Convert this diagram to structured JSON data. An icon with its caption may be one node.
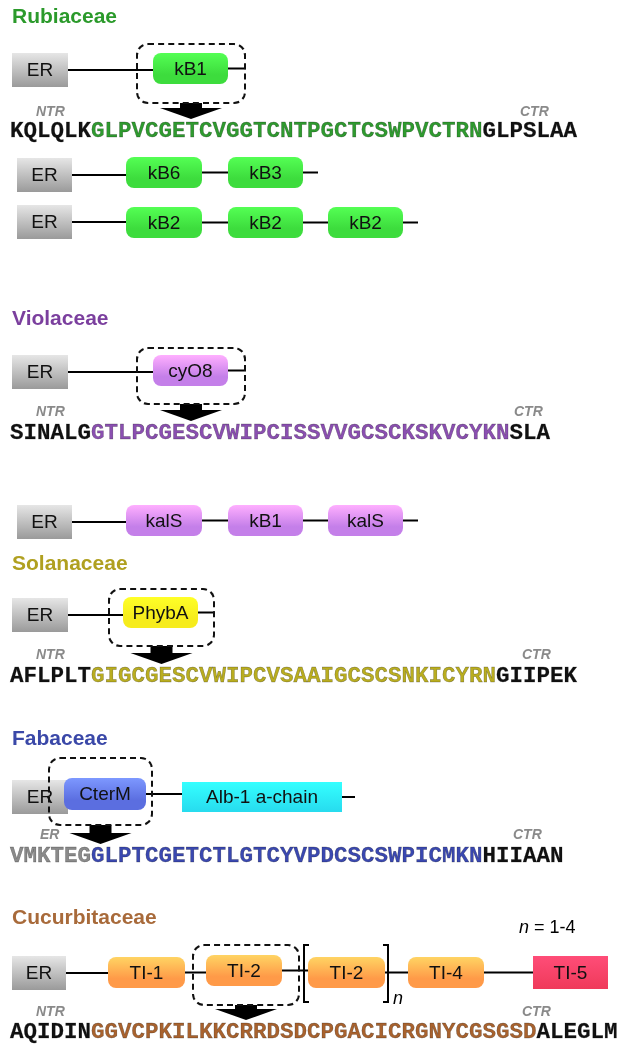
{
  "diagram": {
    "nodes": [
      {
        "text": [
          "ER"
        ]
      },
      {
        "text": [],
        "shape": "box"
      },
      {
        "text": [
          "kB1"
        ],
        "in": 1
      },
      {
        "text": [
          "KQLQLK",
          "GLPVCGETCVGGTCNTPGCTCSWPVCTRN",
          "GLPSLAA"
        ]
      },
      {
        "text": [
          "ER"
        ]
      },
      {
        "text": [
          "kB6"
        ]
      },
      {
        "text": [
          "kB3"
        ]
      },
      {
        "text": [
          "ER"
        ]
      },
      {
        "text": [
          "kB2"
        ]
      },
      {
        "text": [
          "kB2"
        ]
      },
      {
        "text": [
          "kB2"
        ]
      },
      {
        "text": [
          "ER"
        ]
      },
      {
        "text": [],
        "shape": "box"
      },
      {
        "text": [
          "cyO8"
        ],
        "in": 12
      },
      {
        "text": [
          "SINALG",
          "GTLPCGESCVWIPCISSVVGCSCKSKVCYKN",
          "SLA"
        ]
      },
      {
        "text": [
          "ER"
        ]
      },
      {
        "text": [
          "kalS"
        ]
      },
      {
        "text": [
          "kB1"
        ]
      },
      {
        "text": [
          "kalS"
        ]
      },
      {
        "text": [
          "ER"
        ]
      },
      {
        "text": [],
        "shape": "box"
      },
      {
        "text": [
          "PhybA"
        ],
        "in": 20
      },
      {
        "text": [
          "AFLPLT",
          "GIGCGESCVWIPCVSAAIGCSCSNKICYRN",
          "GIIPEK"
        ]
      },
      {
        "text": [
          "ER"
        ]
      },
      {
        "text": [],
        "shape": "box"
      },
      {
        "text": [
          "CterM"
        ],
        "in": 24
      },
      {
        "text": [
          "Alb-1 a-chain"
        ]
      },
      {
        "text": [
          "VMKTEG",
          "GLPTCGETCTLGTCYVPDCSCSWPICMKN",
          "HIIAAN"
        ]
      },
      {
        "text": [
          "ER"
        ]
      },
      {
        "text": [
          "TI-1"
        ]
      },
      {
        "text": [],
        "shape": "box"
      },
      {
        "text": [
          "TI-2"
        ],
        "in": 30
      },
      {
        "text": [
          "TI-2"
        ]
      },
      {
        "text": [
          "TI-4"
        ]
      },
      {
        "text": [
          "TI-5"
        ]
      },
      {
        "text": [
          "AQIDIN",
          "GGVCPKILKKCRRDSDCPGACICRGNYCGSGSD",
          "ALEGLM"
        ]
      }
    ],
    "edges": [
      {
        "from": 0,
        "to": 2,
        "arrow": "none"
      },
      {
        "from": 2,
        "to": null,
        "arrow": "none"
      },
      {
        "from": 1,
        "to": 3,
        "arrow": "to",
        "style": "thick"
      },
      {
        "from": 4,
        "to": 5,
        "arrow": "none"
      },
      {
        "from": 5,
        "to": 6,
        "arrow": "none"
      },
      {
        "from": 6,
        "to": null,
        "arrow": "none"
      },
      {
        "from": 7,
        "to": 8,
        "arrow": "none"
      },
      {
        "from": 8,
        "to": 9,
        "arrow": "none"
      },
      {
        "from": 9,
        "to": 10,
        "arrow": "none"
      },
      {
        "from": 10,
        "to": null,
        "arrow": "none"
      },
      {
        "from": 11,
        "to": 13,
        "arrow": "none"
      },
      {
        "from": 13,
        "to": null,
        "arrow": "none"
      },
      {
        "from": 12,
        "to": 14,
        "arrow": "to",
        "style": "thick"
      },
      {
        "from": 15,
        "to": 16,
        "arrow": "none"
      },
      {
        "from": 16,
        "to": 17,
        "arrow": "none"
      },
      {
        "from": 17,
        "to": 18,
        "arrow": "none"
      },
      {
        "from": 18,
        "to": null,
        "arrow": "none"
      },
      {
        "from": 19,
        "to": 21,
        "arrow": "none"
      },
      {
        "from": 21,
        "to": null,
        "arrow": "none"
      },
      {
        "from": 20,
        "to": 22,
        "arrow": "to",
        "style": "thick"
      },
      {
        "from": 25,
        "to": 26,
        "arrow": "none"
      },
      {
        "from": 26,
        "to": null,
        "arrow": "none"
      },
      {
        "from": 24,
        "to": 27,
        "arrow": "to",
        "style": "thick"
      },
      {
        "from": 28,
        "to": 29,
        "arrow": "none"
      },
      {
        "from": 29,
        "to": 31,
        "arrow": "none"
      },
      {
        "from": 31,
        "to": 32,
        "arrow": "none"
      },
      {
        "from": 32,
        "to": 33,
        "arrow": "none"
      },
      {
        "from": 33,
        "to": 34,
        "arrow": "none"
      },
      {
        "from": 30,
        "to": 35,
        "arrow": "to",
        "style": "thick"
      }
    ],
    "labels": [
      "Rubiaceae",
      "NTR",
      "CTR",
      "Violaceae",
      "NTR",
      "CTR",
      "Solanaceae",
      "NTR",
      "CTR",
      "Fabaceae",
      "ER",
      "CTR",
      "Cucurbitaceae",
      "*n* = 1-4",
      "n",
      "NTR",
      "CTR"
    ]
  }
}
